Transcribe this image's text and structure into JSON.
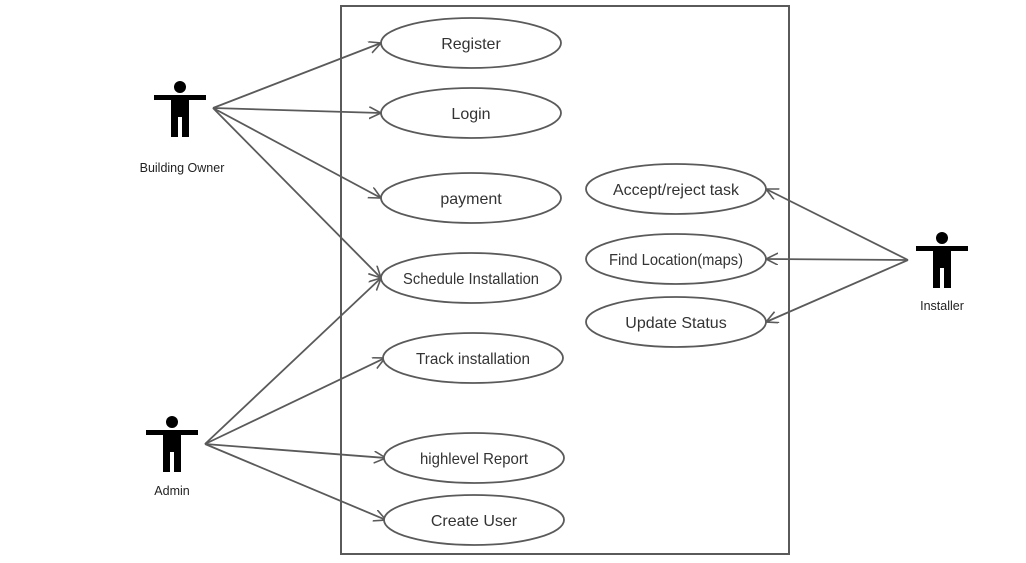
{
  "colors": {
    "line": "#5a5a5a",
    "actor": "#000000",
    "text": "#333333",
    "background": "#ffffff"
  },
  "actors": {
    "building_owner": "Building Owner",
    "admin": "Admin",
    "installer": "Installer"
  },
  "use_cases": {
    "register": "Register",
    "login": "Login",
    "payment": "payment",
    "schedule_installation": "Schedule Installation",
    "track_installation": "Track installation",
    "highlevel_report": "highlevel Report",
    "create_user": "Create User",
    "accept_reject_task": "Accept/reject task",
    "find_location": "Find Location(maps)",
    "update_status": "Update Status"
  },
  "associations": [
    {
      "from": "building_owner",
      "to": "register"
    },
    {
      "from": "building_owner",
      "to": "login"
    },
    {
      "from": "building_owner",
      "to": "payment"
    },
    {
      "from": "building_owner",
      "to": "schedule_installation"
    },
    {
      "from": "admin",
      "to": "schedule_installation"
    },
    {
      "from": "admin",
      "to": "track_installation"
    },
    {
      "from": "admin",
      "to": "highlevel_report"
    },
    {
      "from": "admin",
      "to": "create_user"
    },
    {
      "from": "installer",
      "to": "accept_reject_task"
    },
    {
      "from": "installer",
      "to": "find_location"
    },
    {
      "from": "installer",
      "to": "update_status"
    }
  ]
}
